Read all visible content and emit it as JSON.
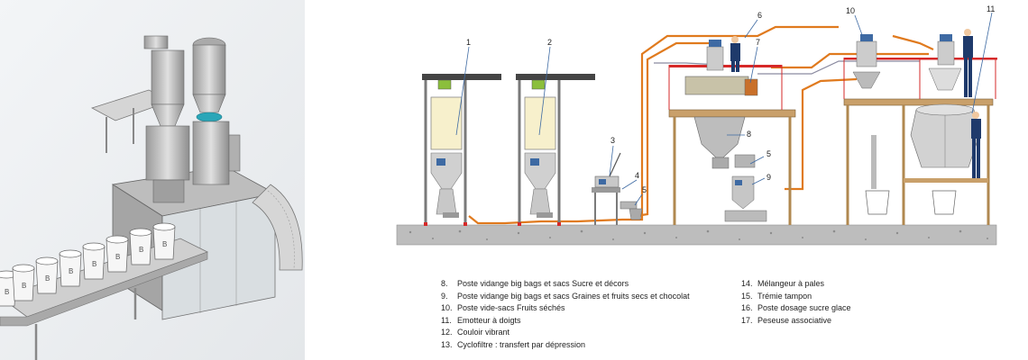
{
  "callouts": [
    "1",
    "2",
    "3",
    "4",
    "5",
    "6",
    "7",
    "8",
    "5",
    "9",
    "10",
    "11"
  ],
  "figure": {
    "bag_letter": "B"
  },
  "legend": {
    "left": [
      {
        "num": "8.",
        "text": "Poste vidange big bags et sacs Sucre et décors"
      },
      {
        "num": "9.",
        "text": "Poste vidange big bags et sacs Graines et fruits secs et chocolat"
      },
      {
        "num": "10.",
        "text": "Poste vide-sacs Fruits séchés"
      },
      {
        "num": "11.",
        "text": "Emotteur à doigts"
      },
      {
        "num": "12.",
        "text": "Couloir vibrant"
      },
      {
        "num": "13.",
        "text": "Cyclofiltre : transfert par dépression"
      }
    ],
    "right": [
      {
        "num": "14.",
        "text": "Mélangeur à pales"
      },
      {
        "num": "15.",
        "text": "Trémie tampon"
      },
      {
        "num": "16.",
        "text": "Poste dosage sucre glace"
      },
      {
        "num": "17.",
        "text": "Peseuse associative"
      }
    ]
  },
  "colors": {
    "transfer_line": "#e07a1e",
    "red_rail": "#d62828",
    "steel": "#c4c4c4",
    "frame": "#8a8a8a",
    "floor": "#b9b9b9",
    "bag_fill": "#f7f0cc",
    "worker": "#1f3a6b"
  }
}
